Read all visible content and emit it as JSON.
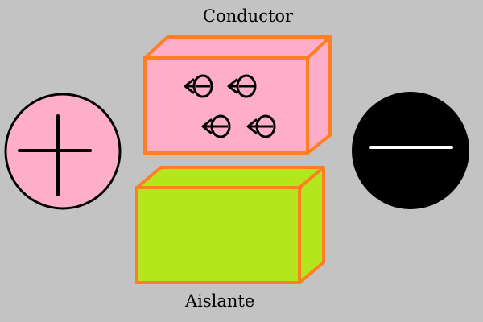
{
  "labels": {
    "conductor": "Conductor",
    "insulator": "Aislante"
  },
  "icons": {
    "positive_terminal": "plus-sign-circle",
    "negative_terminal": "minus-sign-circle",
    "electron": "electron-arrow-left"
  },
  "colors": {
    "background": "#c3c3c3",
    "conductor_fill": "#ffaec9",
    "insulator_fill": "#b5e61d",
    "box_outline": "#ff7f27",
    "positive_fill": "#ffaec9",
    "negative_fill": "#000000",
    "negative_sign": "#ffffff",
    "ink": "#000000"
  },
  "conductor": {
    "electron_count": 4
  }
}
